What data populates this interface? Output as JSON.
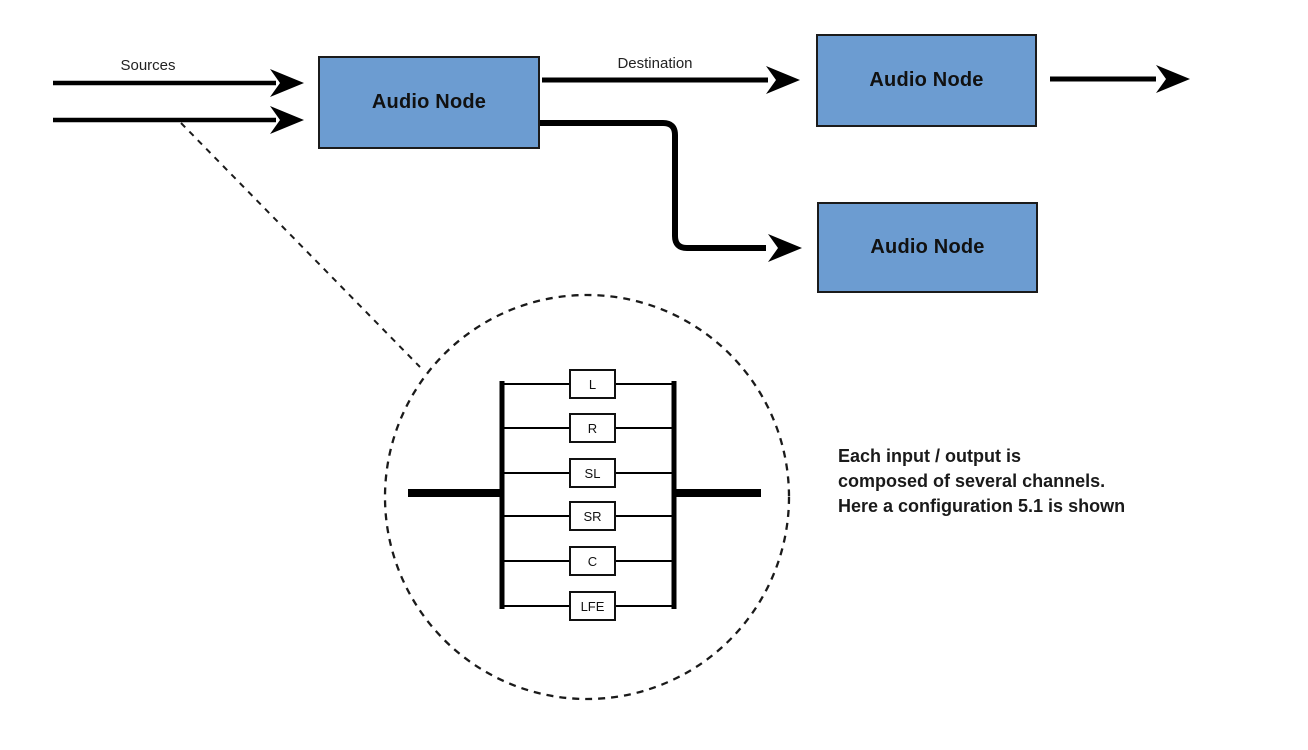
{
  "diagram": {
    "labels": {
      "sources": "Sources",
      "destination": "Destination"
    },
    "nodes": [
      {
        "label": "Audio Node"
      },
      {
        "label": "Audio Node"
      },
      {
        "label": "Audio Node"
      }
    ],
    "channels": [
      "L",
      "R",
      "SL",
      "SR",
      "C",
      "LFE"
    ],
    "caption": [
      "Each input / output is",
      "composed of several channels.",
      "Here a configuration 5.1 is shown"
    ],
    "colors": {
      "node_fill": "#6c9cd1",
      "node_border": "#1b1b1b",
      "line": "#000000"
    }
  }
}
